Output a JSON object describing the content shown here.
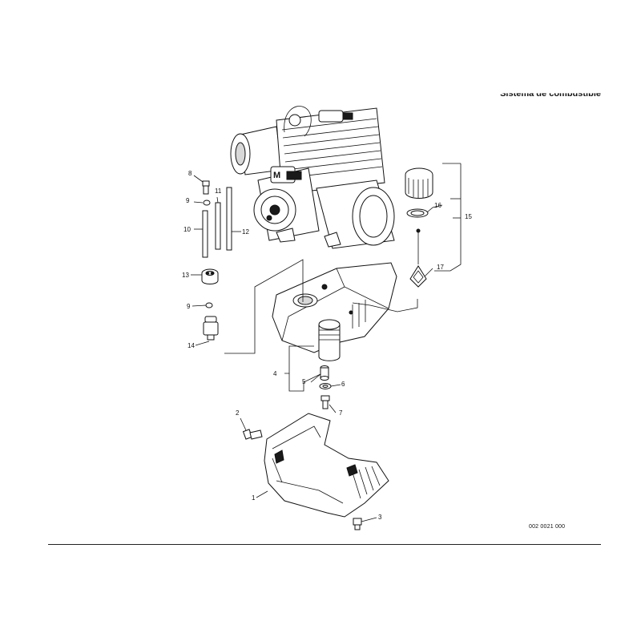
{
  "header": {
    "title": "Sistema de combustible"
  },
  "footer": {
    "drawing_number": "002 0021 000"
  },
  "callouts": [
    "1",
    "2",
    "3",
    "4",
    "5",
    "6",
    "7",
    "8",
    "9",
    "9",
    "10",
    "11",
    "12",
    "13",
    "14",
    "15",
    "16",
    "17"
  ]
}
